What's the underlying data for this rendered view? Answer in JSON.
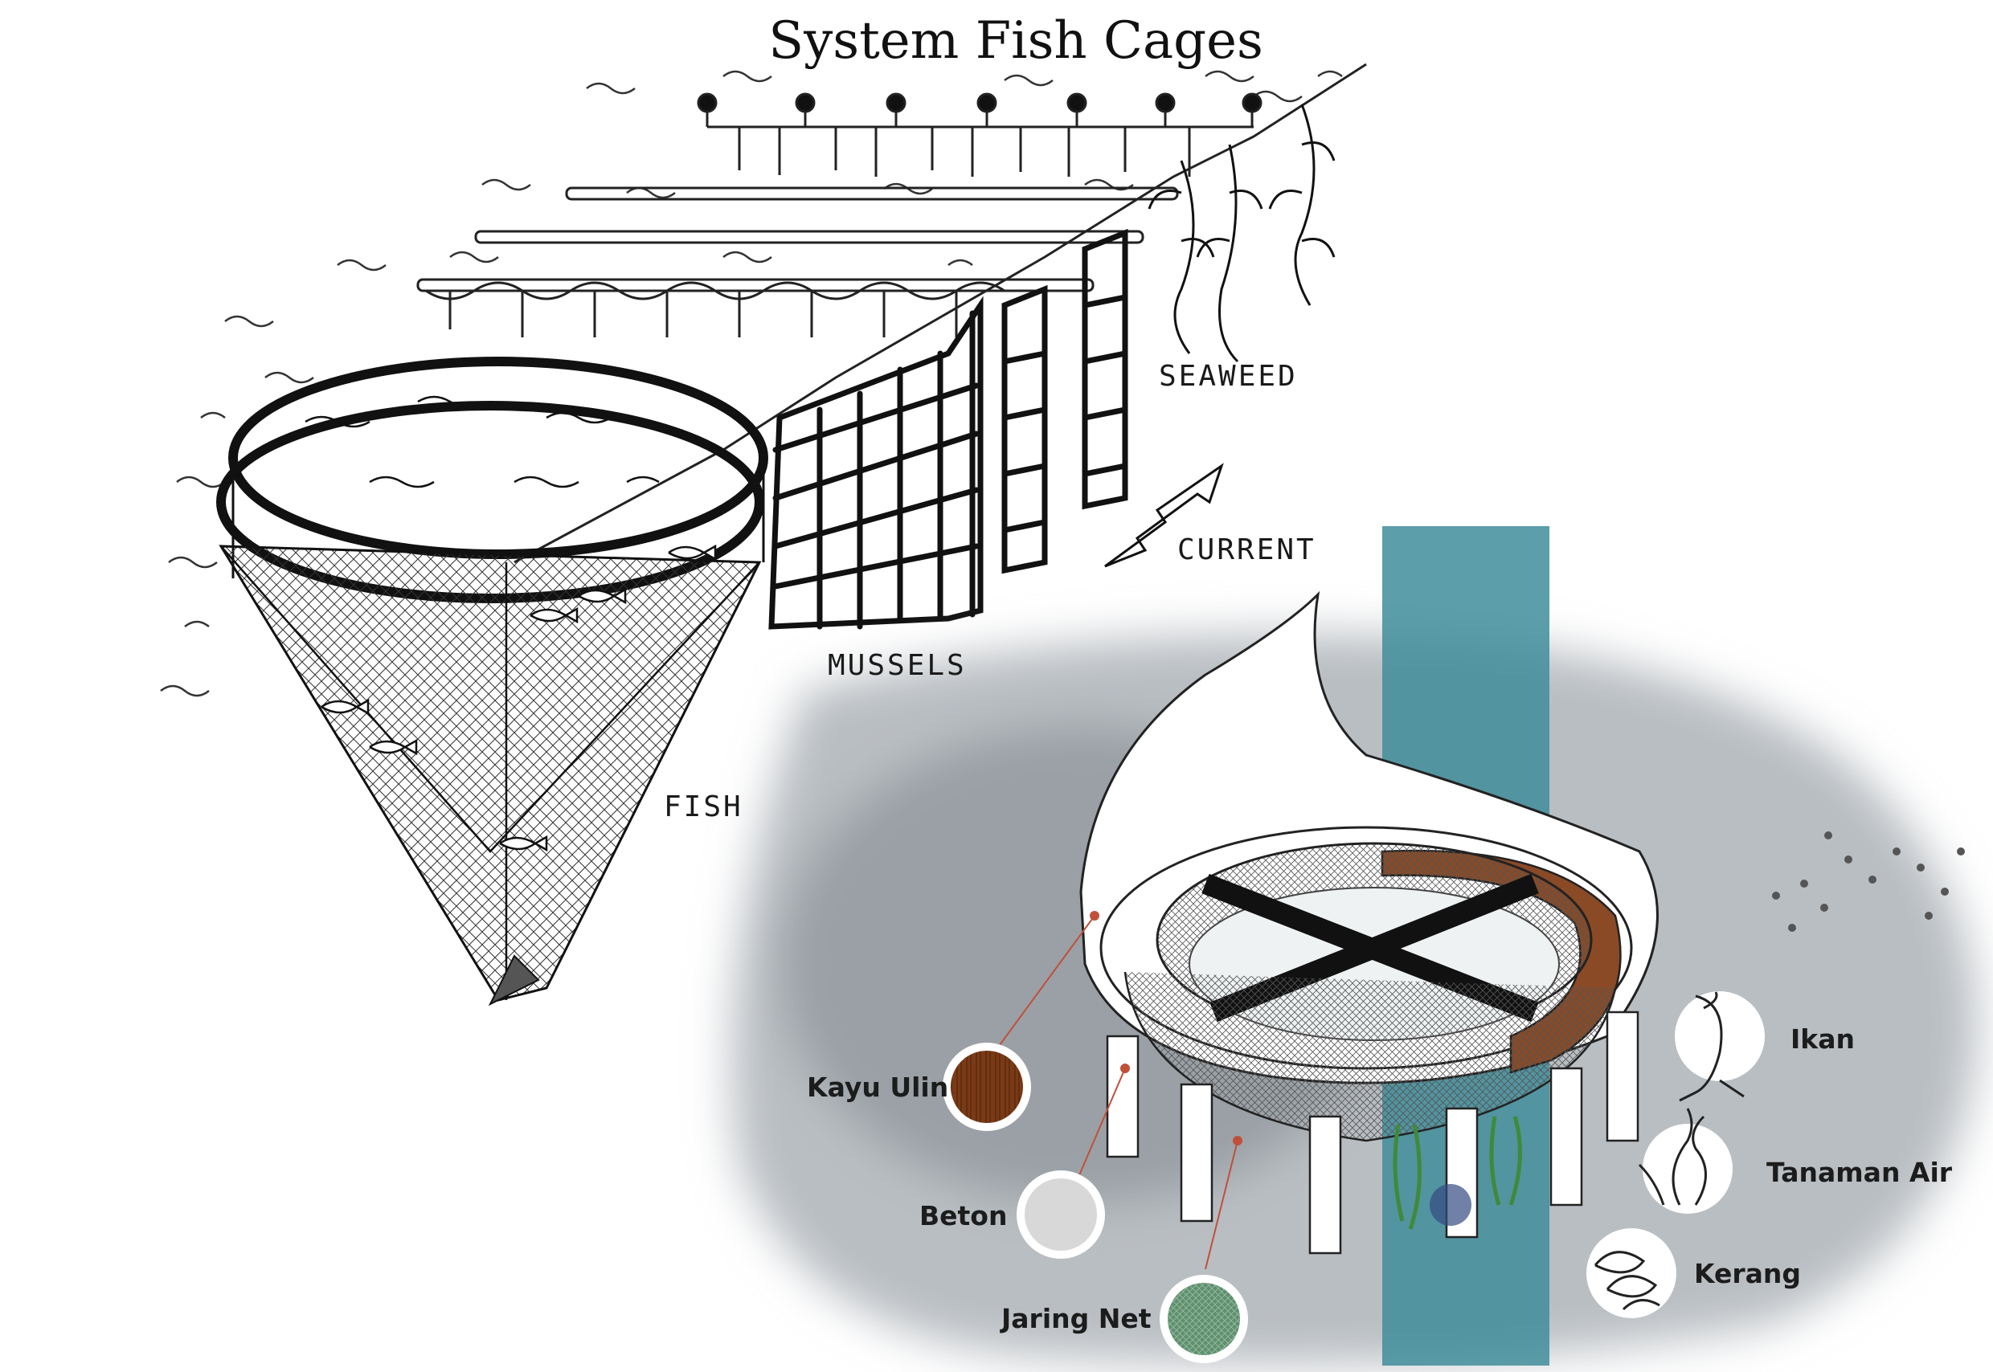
{
  "title": "System Fish Cages",
  "sketch_labels": {
    "seaweed": "SEAWEED",
    "current": "CURRENT",
    "mussels": "MUSSELS",
    "fish": "FISH"
  },
  "materials": [
    {
      "label": "Kayu Ulin",
      "swatch_color": "#7a3a16"
    },
    {
      "label": "Beton",
      "swatch_color": "#d8d8d8"
    },
    {
      "label": "Jaring Net",
      "swatch_color": "#5f8f6e"
    }
  ],
  "biota": [
    {
      "label": "Ikan",
      "icon": "catfish-icon"
    },
    {
      "label": "Tanaman Air",
      "icon": "water-plant-icon"
    },
    {
      "label": "Kerang",
      "icon": "shellfish-icon"
    }
  ],
  "colors": {
    "water_column": "#3f8d9a",
    "wood_ring": "#8a4a26",
    "ink": "#1a1a1a",
    "leader_line": "#c0503a",
    "fog": "#b9bec2"
  }
}
